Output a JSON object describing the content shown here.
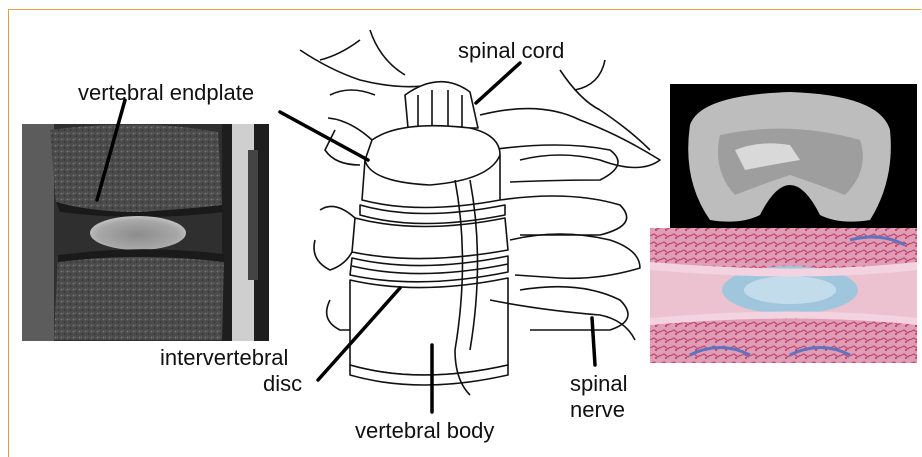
{
  "labels": {
    "spinal_cord": "spinal cord",
    "vertebral_endplate": "vertebral endplate",
    "intervertebral_line1": "intervertebral",
    "intervertebral_line2": "disc",
    "spinal_nerve_line1": "spinal",
    "spinal_nerve_line2": "nerve",
    "vertebral_body": "vertebral body"
  },
  "colors": {
    "frame_border": "#e0a23a",
    "mri_background": "#3a3a3a",
    "histology_pink": "#e7b3c6",
    "histology_blue": "#9fc6dc"
  }
}
